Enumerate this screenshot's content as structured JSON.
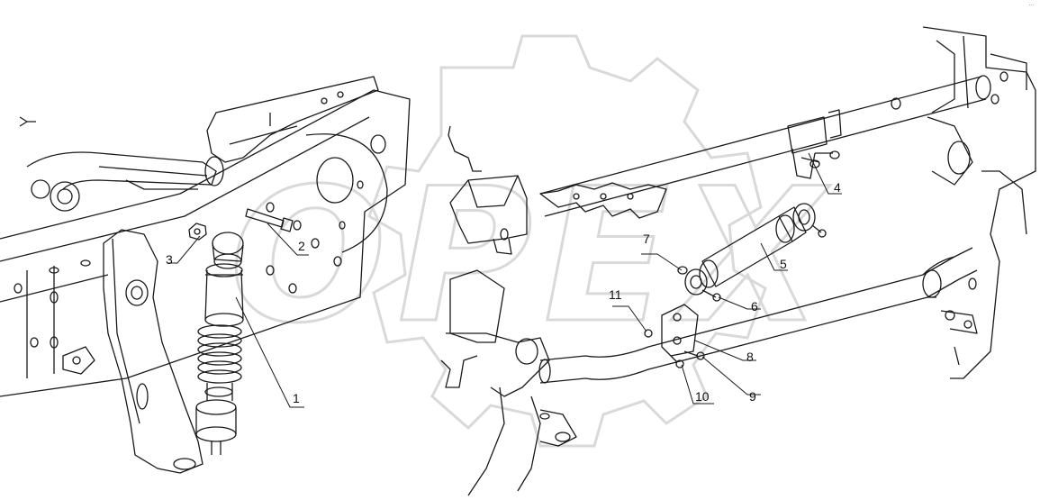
{
  "watermark": {
    "text": "OPEX",
    "color": "#d9d9d9"
  },
  "corner_mark": "···",
  "labels": [
    {
      "id": "1",
      "text": "1"
    },
    {
      "id": "2",
      "text": "2"
    },
    {
      "id": "3",
      "text": "3"
    },
    {
      "id": "4",
      "text": "4"
    },
    {
      "id": "5",
      "text": "5"
    },
    {
      "id": "6",
      "text": "6"
    },
    {
      "id": "7",
      "text": "7"
    },
    {
      "id": "8",
      "text": "8"
    },
    {
      "id": "9",
      "text": "9"
    },
    {
      "id": "10",
      "text": "10"
    },
    {
      "id": "11",
      "text": "11"
    }
  ],
  "colors": {
    "line": "#1a1a1a",
    "background": "#ffffff",
    "watermark": "#d9d9d9"
  }
}
